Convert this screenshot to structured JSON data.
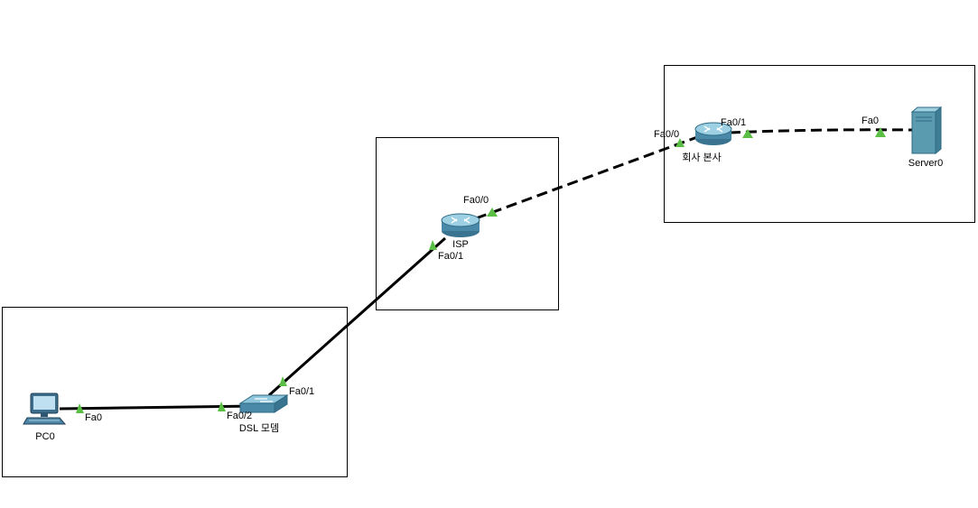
{
  "colors": {
    "link": "#000000",
    "port_up": "#5cbf45",
    "router_body": "#4a8aa8",
    "server_body": "#5b9bb0",
    "area_border": "#000000"
  },
  "devices": {
    "pc": {
      "name": "PC0",
      "icon": "pc-icon",
      "port": "Fa0"
    },
    "modem": {
      "name": "DSL 모뎀",
      "icon": "switch-icon",
      "port_pc": "Fa0/2",
      "port_up": "Fa0/1"
    },
    "isp": {
      "name": "ISP",
      "icon": "router-icon",
      "port_down": "Fa0/1",
      "port_hq": "Fa0/0"
    },
    "hq": {
      "name": "회사 본사",
      "icon": "router-icon",
      "port_isp": "Fa0/0",
      "port_server": "Fa0/1"
    },
    "server": {
      "name": "Server0",
      "icon": "server-icon",
      "port": "Fa0"
    }
  },
  "links": [
    {
      "from": "pc",
      "to": "modem",
      "style": "solid"
    },
    {
      "from": "modem",
      "to": "isp",
      "style": "solid"
    },
    {
      "from": "isp",
      "to": "hq",
      "style": "dashed"
    },
    {
      "from": "hq",
      "to": "server",
      "style": "dashed"
    }
  ]
}
